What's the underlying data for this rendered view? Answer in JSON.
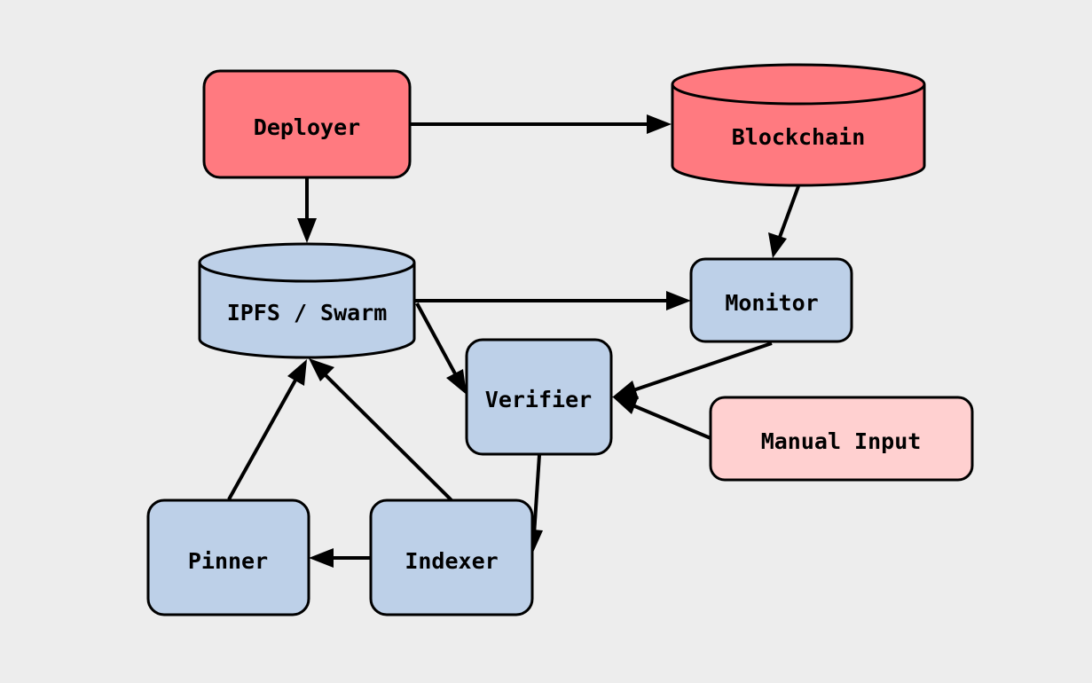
{
  "colors": {
    "background": "#ededed",
    "red": "#ff7a80",
    "blue": "#bdd0e8",
    "pink": "#ffd0d0",
    "stroke": "#000000"
  },
  "nodes": {
    "deployer": {
      "label": "Deployer",
      "shape": "rounded-box",
      "color": "red"
    },
    "blockchain": {
      "label": "Blockchain",
      "shape": "cylinder",
      "color": "red"
    },
    "ipfs_swarm": {
      "label": "IPFS / Swarm",
      "shape": "cylinder",
      "color": "blue"
    },
    "monitor": {
      "label": "Monitor",
      "shape": "rounded-box",
      "color": "blue"
    },
    "verifier": {
      "label": "Verifier",
      "shape": "rounded-box",
      "color": "blue"
    },
    "manual_input": {
      "label": "Manual Input",
      "shape": "rounded-box",
      "color": "pink"
    },
    "pinner": {
      "label": "Pinner",
      "shape": "rounded-box",
      "color": "blue"
    },
    "indexer": {
      "label": "Indexer",
      "shape": "rounded-box",
      "color": "blue"
    }
  },
  "edges": [
    {
      "from": "deployer",
      "to": "blockchain"
    },
    {
      "from": "deployer",
      "to": "ipfs_swarm"
    },
    {
      "from": "blockchain",
      "to": "monitor"
    },
    {
      "from": "ipfs_swarm",
      "to": "monitor"
    },
    {
      "from": "ipfs_swarm",
      "to": "verifier"
    },
    {
      "from": "monitor",
      "to": "verifier"
    },
    {
      "from": "manual_input",
      "to": "verifier"
    },
    {
      "from": "verifier",
      "to": "indexer"
    },
    {
      "from": "indexer",
      "to": "pinner"
    },
    {
      "from": "indexer",
      "to": "ipfs_swarm"
    },
    {
      "from": "pinner",
      "to": "ipfs_swarm"
    }
  ]
}
